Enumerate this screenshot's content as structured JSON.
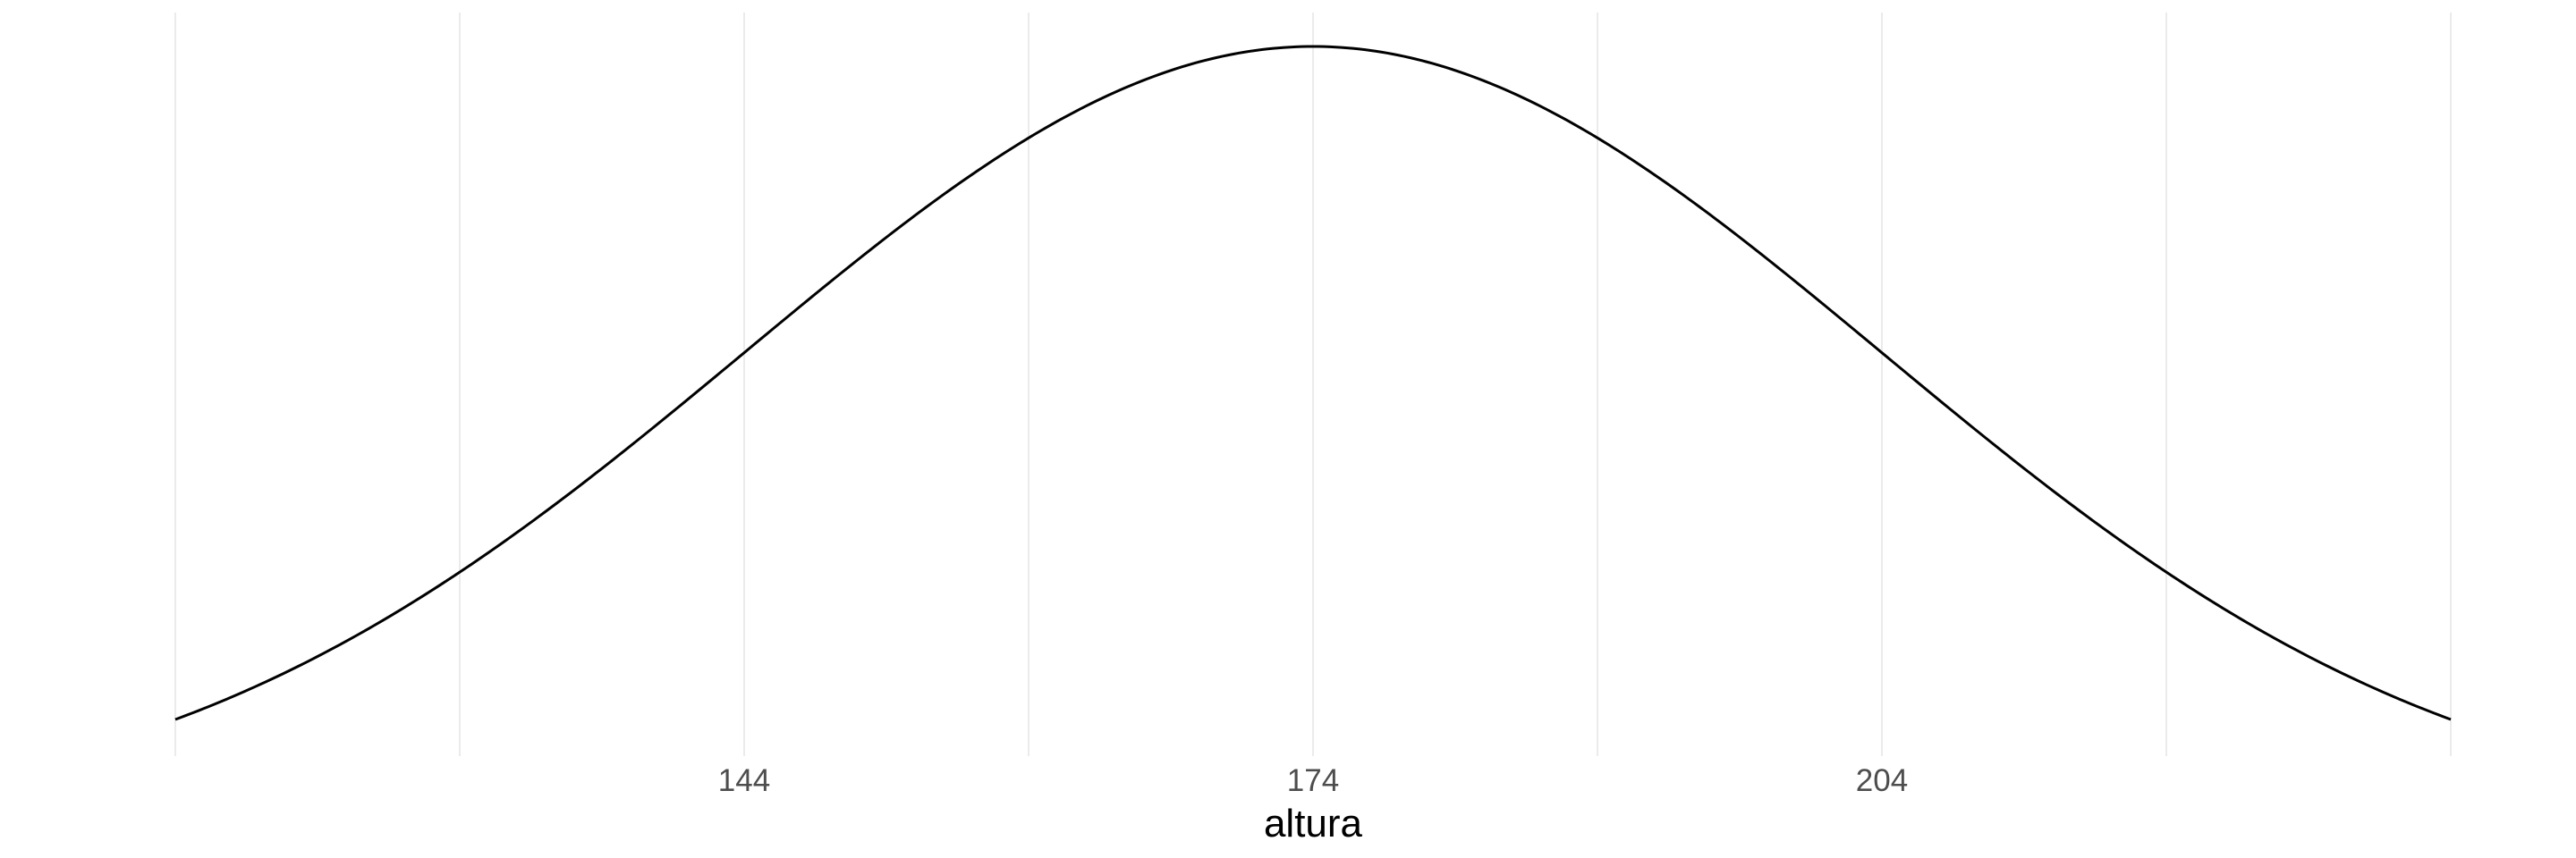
{
  "chart_data": {
    "type": "line",
    "title": "",
    "xlabel": "altura",
    "ylabel": "",
    "xlim": [
      114,
      234
    ],
    "x_ticks": [
      144,
      174,
      204
    ],
    "x_tick_labels": [
      "144",
      "174",
      "204"
    ],
    "x_minor_gridlines": [
      114,
      129,
      159,
      189,
      219,
      234
    ],
    "y_axis_shown": false,
    "grid": "vertical",
    "legend": "none",
    "series": [
      {
        "distribution": "normal",
        "mean": 174,
        "sd": 30,
        "x_range": [
          114,
          234
        ],
        "color": "#000000"
      }
    ],
    "colors": {
      "background": "#ffffff",
      "grid": "#ebebeb",
      "line": "#000000",
      "tick_text": "#4d4d4d",
      "axis_title": "#000000"
    }
  }
}
